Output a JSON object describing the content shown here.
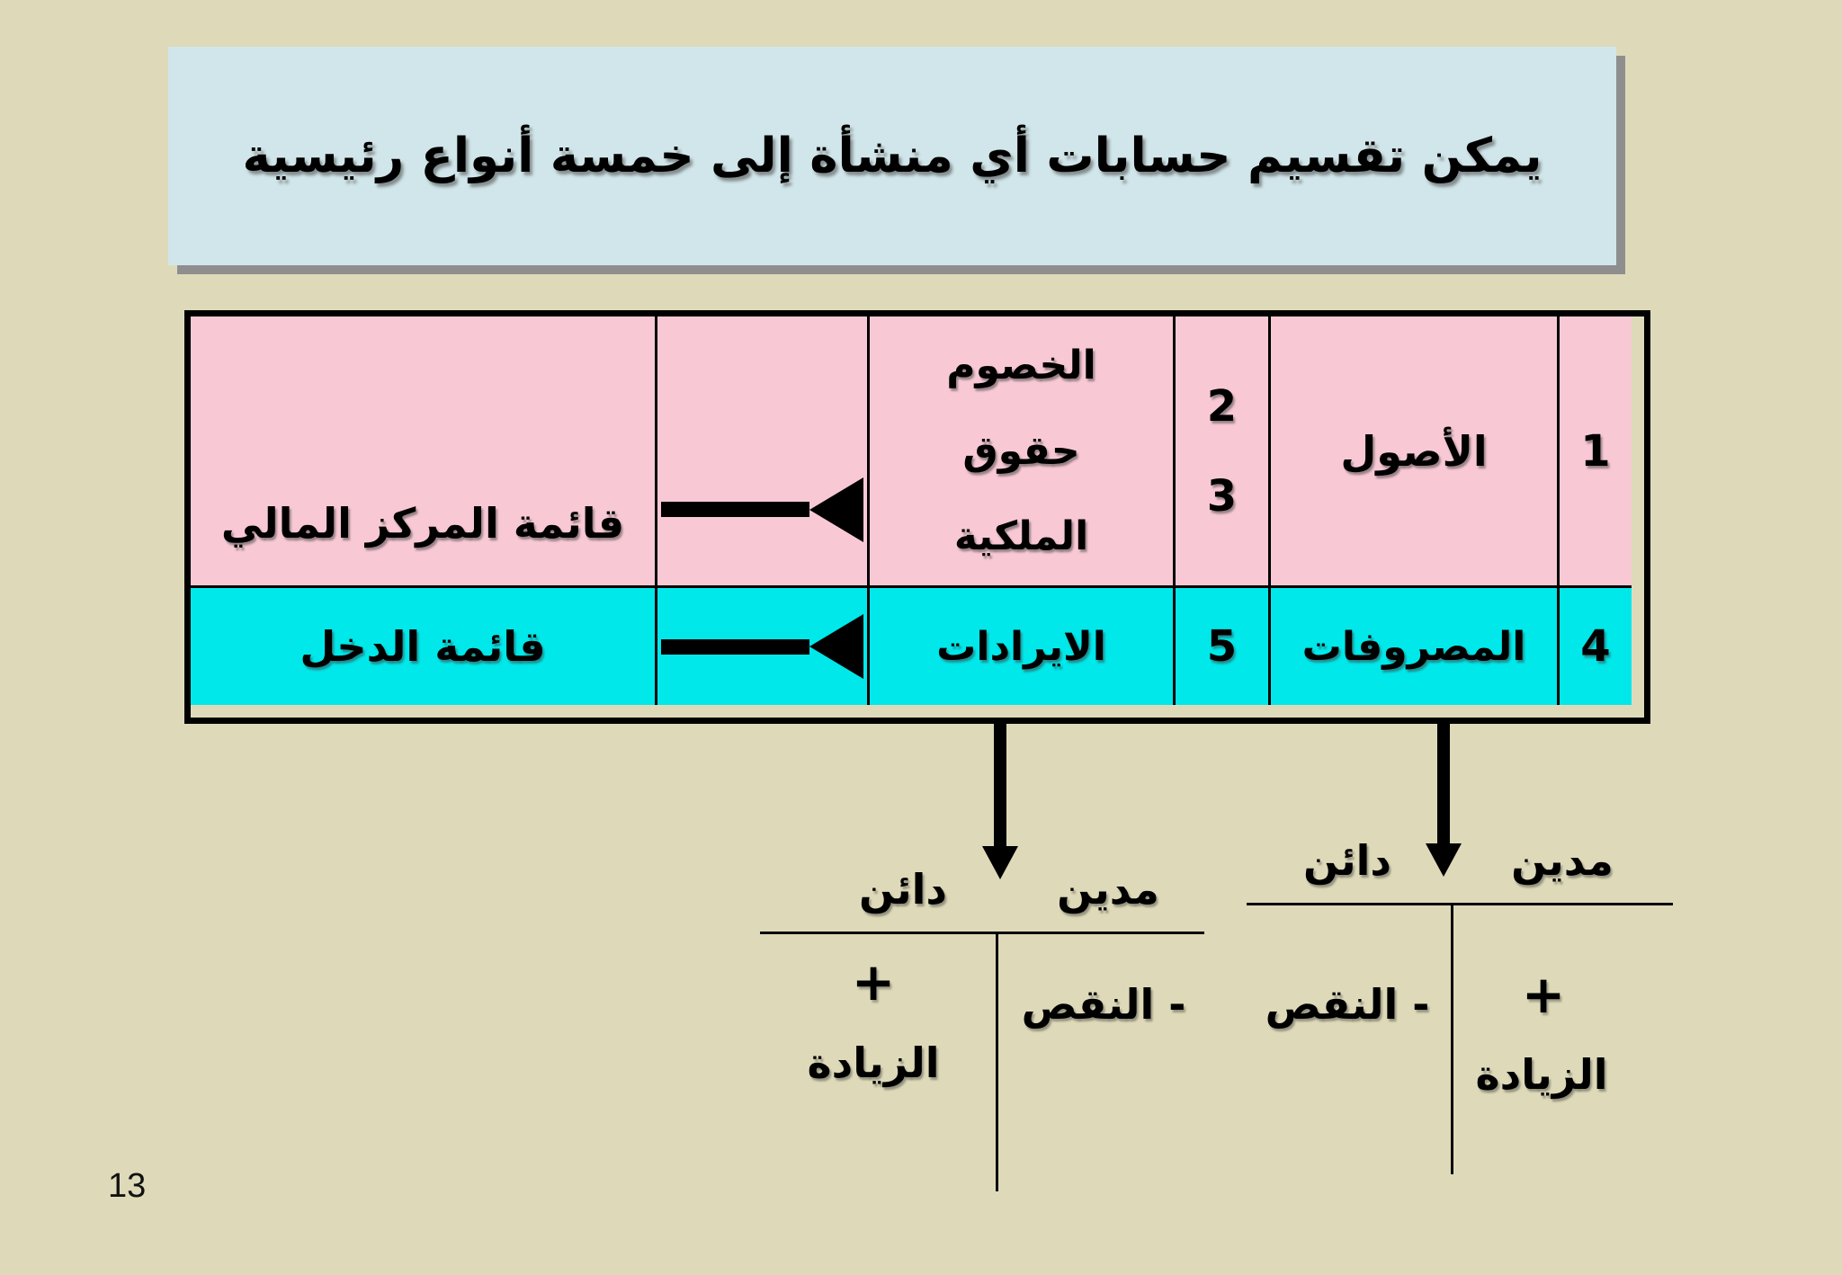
{
  "slide": {
    "background_color": "#dedab9",
    "page_number": "13"
  },
  "title": {
    "text": "يمكن تقسيم حسابات أي منشأة إلى خمسة أنواع رئيسية",
    "bg_color": "#d1e6ea",
    "shadow_color": "#8e8e8e"
  },
  "table": {
    "border_color": "#000000",
    "financial_position_row": {
      "bg_color": "#f8c9d5",
      "num_assets": "1",
      "assets": "الأصول",
      "nums_liab_equity": [
        "2",
        "3"
      ],
      "liab_equity_lines": [
        "الخصوم",
        "حقوق",
        "الملكية"
      ],
      "arrow_icon": "arrow-left",
      "statement": "قائمة المركز المالي"
    },
    "income_row": {
      "bg_color": "#00e8ea",
      "num_expenses": "4",
      "expenses": "المصروفات",
      "num_revenues": "5",
      "revenues": "الايرادات",
      "arrow_icon": "arrow-left",
      "statement": "قائمة الدخل"
    }
  },
  "t_accounts": {
    "revenues": {
      "credit_label": "دائن",
      "debit_label": "مدين",
      "credit_side_plus": "+",
      "credit_side_word": "الزيادة",
      "debit_side_text": "- النقص"
    },
    "expenses": {
      "credit_label": "دائن",
      "debit_label": "مدين",
      "credit_side_text": "- النقص",
      "debit_side_plus": "+",
      "debit_side_word": "الزيادة"
    }
  }
}
